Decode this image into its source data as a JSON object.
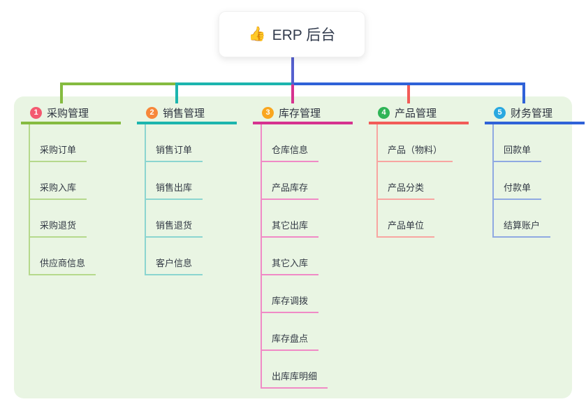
{
  "root": {
    "icon": "👍",
    "title": "ERP 后台",
    "line_color": "#5560cf"
  },
  "panel": {
    "bg": "#e9f5e3"
  },
  "branches": [
    {
      "num": "1",
      "title": "采购管理",
      "badge_color": "#f4596f",
      "line_color": "#85bb40",
      "child_line_color": "#b5d98c",
      "children": [
        "采购订单",
        "采购入库",
        "采购退货",
        "供应商信息"
      ]
    },
    {
      "num": "2",
      "title": "销售管理",
      "badge_color": "#f7873a",
      "line_color": "#1cb5ae",
      "child_line_color": "#8bd5d0",
      "children": [
        "销售订单",
        "销售出库",
        "销售退货",
        "客户信息"
      ]
    },
    {
      "num": "3",
      "title": "库存管理",
      "badge_color": "#f9a61f",
      "line_color": "#d6338f",
      "child_line_color": "#f08ac6",
      "children": [
        "仓库信息",
        "产品库存",
        "其它出库",
        "其它入库",
        "库存调拨",
        "库存盘点",
        "出库库明细"
      ]
    },
    {
      "num": "4",
      "title": "产品管理",
      "badge_color": "#2fb457",
      "line_color": "#f25c58",
      "child_line_color": "#f8a5a1",
      "children": [
        "产品（物料）",
        "产品分类",
        "产品单位"
      ]
    },
    {
      "num": "5",
      "title": "财务管理",
      "badge_color": "#29a8e0",
      "line_color": "#2f62d8",
      "child_line_color": "#8fa9e2",
      "children": [
        "回款单",
        "付款单",
        "结算账户"
      ]
    }
  ]
}
